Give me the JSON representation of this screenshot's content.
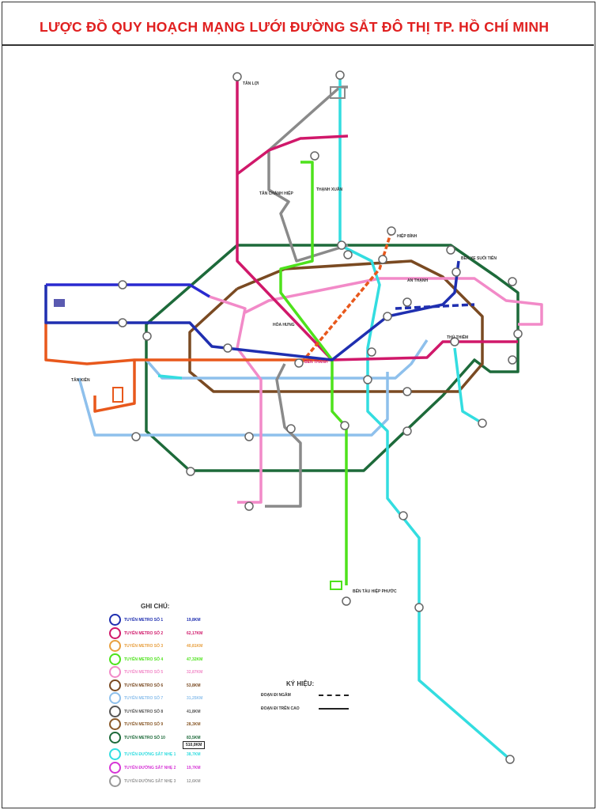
{
  "title": "LƯỢC ĐỒ QUY HOẠCH MẠNG LƯỚI ĐƯỜNG SẮT ĐÔ THỊ TP. HỒ CHÍ MINH",
  "colors": {
    "line1": "#1f2fb0",
    "line2": "#d0186a",
    "line3": "#e8581c",
    "line4": "#4ee21c",
    "line5": "#f28ac8",
    "line6": "#7a4a22",
    "line7": "#8ec0ec",
    "line8": "#8a8a8a",
    "line9": "#8a5a2a",
    "line10": "#1d6a3a",
    "tram1": "#33dde0",
    "tram2": "#d636d6",
    "tram3": "#999999"
  },
  "labels": {
    "ben_thanh": "BẾN THÀNH",
    "hiep_binh": "HIỆP BÌNH",
    "suoi_tien": "BẾN XE SUỐI TIÊN",
    "tan_kien": "TÂN KIÊN",
    "hiep_phuoc": "BẾN TÀU HIỆP PHƯỚC",
    "tan_chanh_hiep": "TÂN CHÁNH HIỆP",
    "thanh_xuan": "THẠNH XUÂN",
    "an_thanh": "AN THẠNH",
    "hoa_hung": "HÒA HƯNG",
    "thu_thiem": "THỦ THIÊM",
    "tan_thoi": "TÂN LỢI"
  },
  "legend": {
    "title": "GHI CHÚ:",
    "items": [
      {
        "name": "TUYẾN METRO SỐ 1",
        "length": "19,8KM",
        "color": "#1f2fb0"
      },
      {
        "name": "TUYẾN METRO SỐ 2",
        "length": "62,17KM",
        "color": "#d0186a"
      },
      {
        "name": "TUYẾN METRO SỐ 3",
        "length": "40,81KM",
        "color": "#e8a040"
      },
      {
        "name": "TUYẾN METRO SỐ 4",
        "length": "47,32KM",
        "color": "#4ee21c"
      },
      {
        "name": "TUYẾN METRO SỐ 5",
        "length": "32,87KM",
        "color": "#f28ac8"
      },
      {
        "name": "TUYẾN METRO SỐ 6",
        "length": "53,8KM",
        "color": "#7a4a22"
      },
      {
        "name": "TUYẾN METRO SỐ 7",
        "length": "31,25KM",
        "color": "#8ec0ec"
      },
      {
        "name": "TUYẾN METRO SỐ 8",
        "length": "41,8KM",
        "color": "#555555"
      },
      {
        "name": "TUYẾN METRO SỐ 9",
        "length": "28,3KM",
        "color": "#8a5a2a"
      },
      {
        "name": "TUYẾN METRO SỐ 10",
        "length": "83,5KM",
        "color": "#1d6a3a"
      }
    ],
    "total": "510,0KM",
    "trams": [
      {
        "name": "TUYẾN ĐƯỜNG SẮT NHẸ 1",
        "length": "38,7KM",
        "color": "#33dde0"
      },
      {
        "name": "TUYẾN ĐƯỜNG SẮT NHẸ 2",
        "length": "19,7KM",
        "color": "#d636d6"
      },
      {
        "name": "TUYẾN ĐƯỜNG SẮT NHẸ 3",
        "length": "12,6KM",
        "color": "#999999"
      }
    ]
  },
  "symbols": {
    "title": "KÝ HIỆU:",
    "underground": "ĐOẠN ĐI NGẦM",
    "elevated": "ĐOẠN ĐI TRÊN CAO"
  }
}
